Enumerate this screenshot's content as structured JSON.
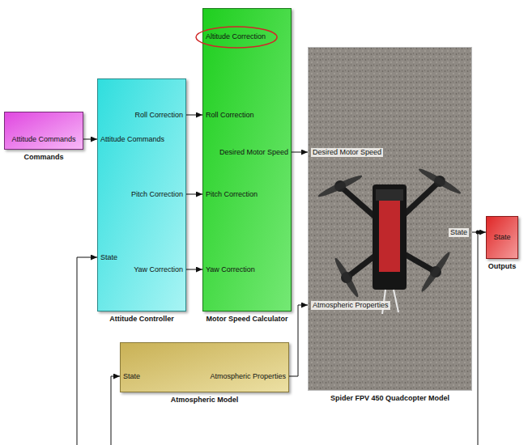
{
  "diagram": {
    "nodes": [
      {
        "text": [
          "Attitude Commands",
          "Commands"
        ]
      },
      {
        "text": [
          "Attitude Commands",
          "Roll Correction",
          "Pitch Correction",
          "State",
          "Yaw Correction",
          "Attitude Controller"
        ]
      },
      {
        "text": [
          "Altitude Correction",
          "Roll Correction",
          "Desired Motor Speed",
          "Pitch Correction",
          "Yaw Correction",
          "Motor Speed Calculator"
        ]
      },
      {
        "text": [
          "Desired Motor Speed",
          "State",
          "Atmospheric Properties",
          "Spider FPV 450 Quadcopter Model"
        ]
      },
      {
        "text": [
          "State",
          "Atmospheric Properties",
          "Atmospheric Model"
        ]
      },
      {
        "text": [
          "State",
          "Outputs"
        ]
      }
    ],
    "edges": [
      {
        "from": 0,
        "to": 1,
        "arrow": "to"
      },
      {
        "from": 1,
        "to": 2,
        "arrow": "to"
      },
      {
        "from": 1,
        "to": 2,
        "arrow": "to"
      },
      {
        "from": 1,
        "to": 2,
        "arrow": "to"
      },
      {
        "from": 2,
        "to": 3,
        "arrow": "to"
      },
      {
        "from": 4,
        "to": 3,
        "arrow": "to"
      },
      {
        "from": 3,
        "to": 5,
        "arrow": "to"
      }
    ]
  }
}
